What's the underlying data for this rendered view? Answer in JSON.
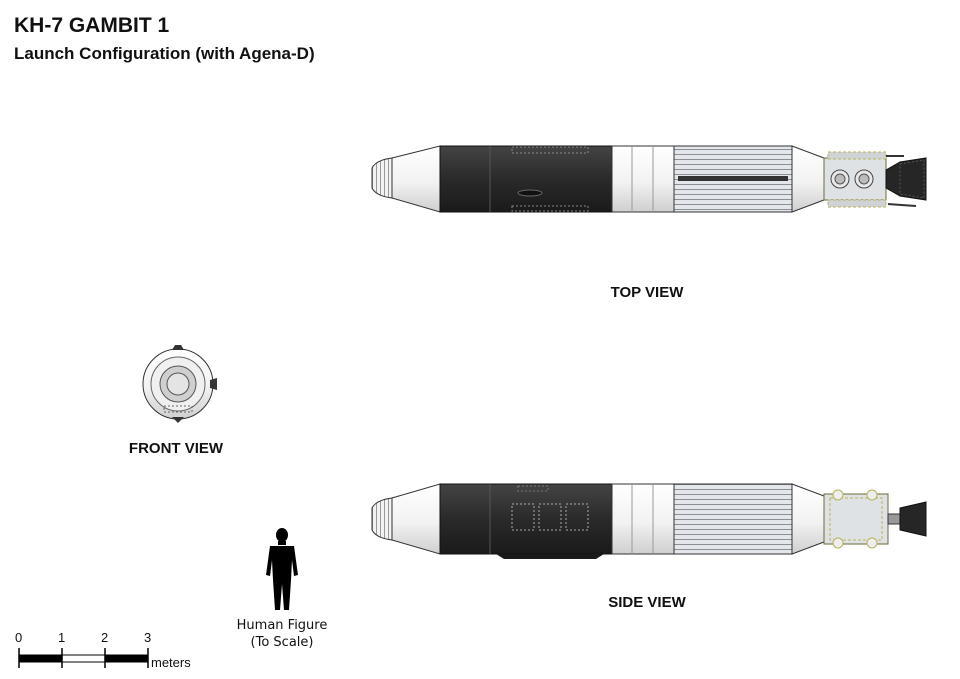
{
  "header": {
    "title": "KH-7 GAMBIT 1",
    "subtitle": "Launch Configuration (with Agena-D)"
  },
  "views": {
    "top": "TOP VIEW",
    "front": "FRONT VIEW",
    "side": "SIDE VIEW"
  },
  "human": {
    "line1": "Human Figure",
    "line2": "(To Scale)"
  },
  "scale": {
    "ticks": [
      "0",
      "1",
      "2",
      "3"
    ],
    "unit": "meters"
  },
  "colors": {
    "dark_section": "#2b2b2b",
    "light_section": "#f4f4f4",
    "ribbed": "#d9dce0",
    "equipment_accent": "#b8b25a"
  }
}
